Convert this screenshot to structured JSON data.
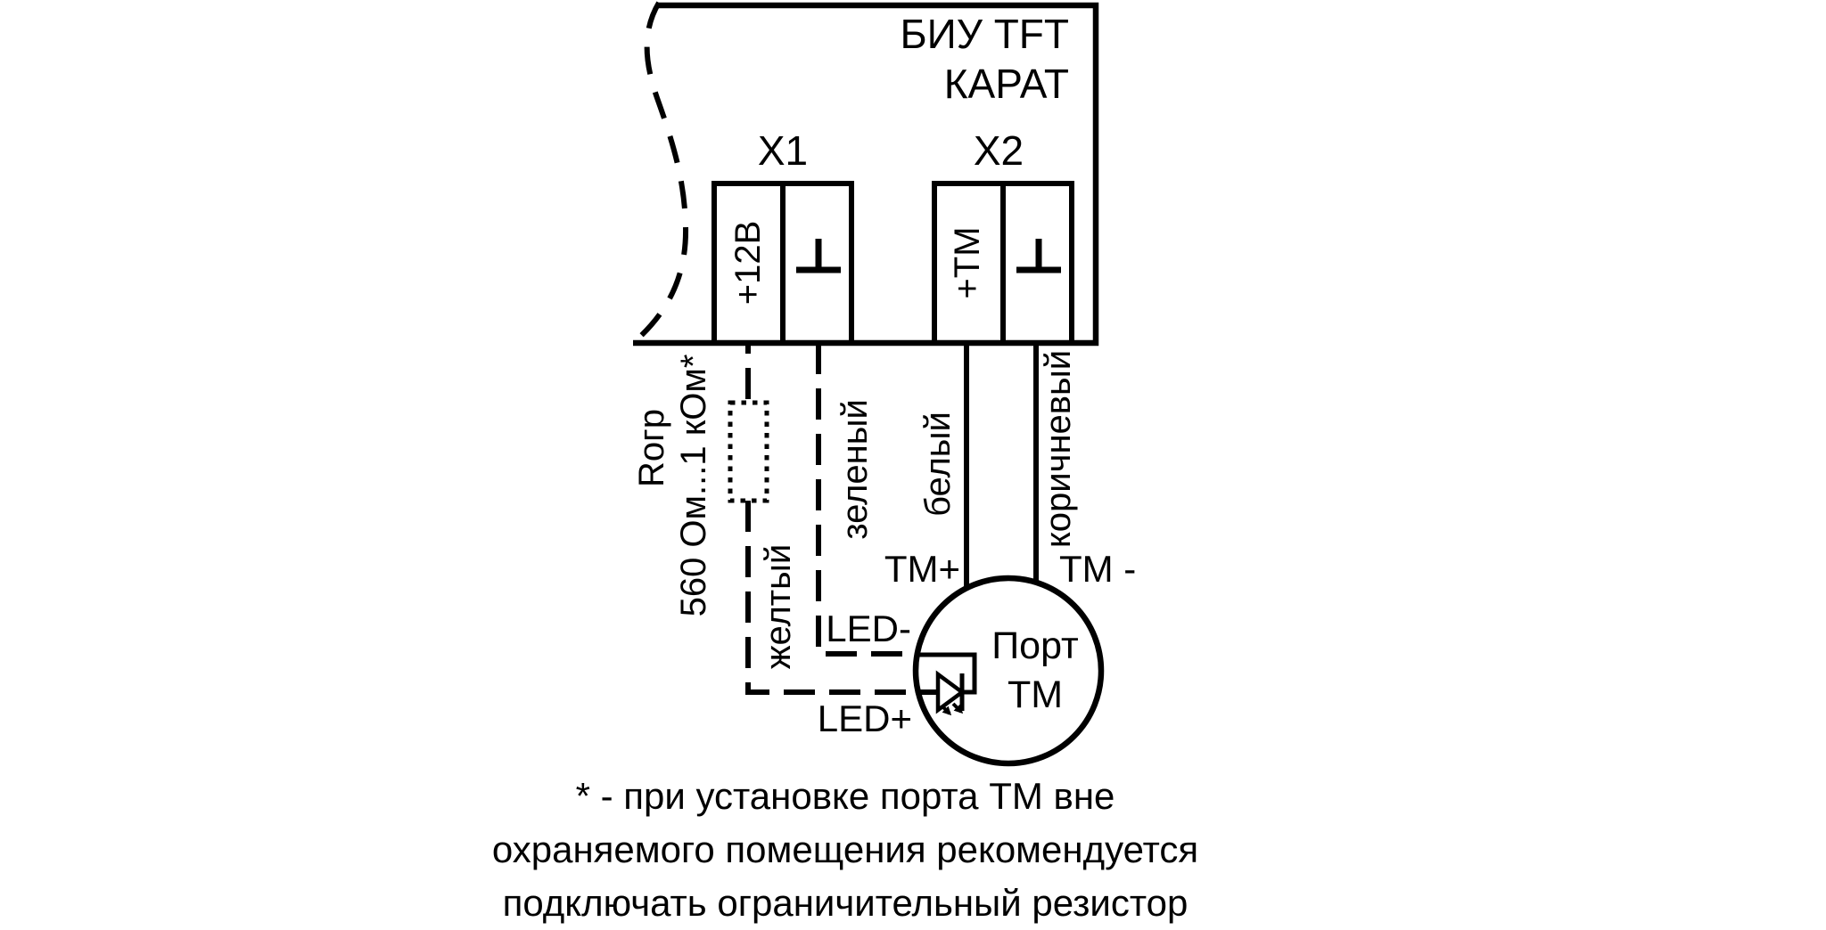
{
  "device": {
    "name_line1": "БИУ TFT",
    "name_line2": "КАРАТ"
  },
  "connectors": {
    "x1": {
      "label": "X1",
      "terminal_power": "+12В",
      "terminal_ground_icon": "ground-icon"
    },
    "x2": {
      "label": "X2",
      "terminal_tm": "+ТМ",
      "terminal_ground_icon": "ground-icon"
    }
  },
  "resistor": {
    "name": "Rогр",
    "value": "560 Ом...1 кОм*"
  },
  "wires": {
    "yellow": "желтый",
    "green": "зеленый",
    "white": "белый",
    "brown": "коричневый"
  },
  "port": {
    "line1": "Порт",
    "line2": "ТМ"
  },
  "pins": {
    "tm_plus": "ТМ+",
    "tm_minus": "ТМ -",
    "led_minus": "LED-",
    "led_plus": "LED+"
  },
  "footnote": {
    "line1": "* - при установке порта ТМ вне",
    "line2": "охраняемого помещения рекомендуется",
    "line3": "подключать ограничительный резистор"
  },
  "colors": {
    "ink": "#000000",
    "background": "#ffffff"
  }
}
